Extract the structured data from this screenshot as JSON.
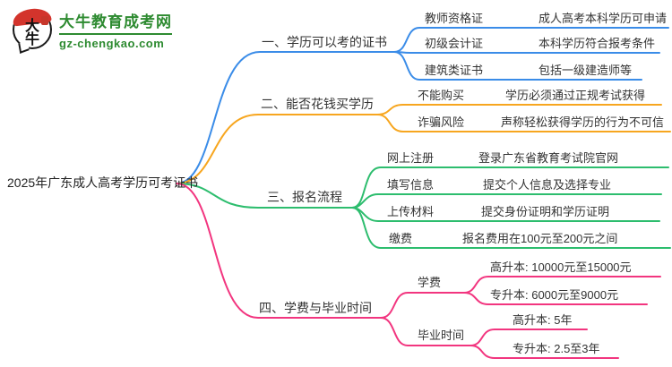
{
  "logo": {
    "title": "大牛教育成考网",
    "domain": "gz-chengkao.com",
    "icon_text": "大牛"
  },
  "root_title": "2025年广东成人高考学历可考证书",
  "colors": {
    "branch1": "#3a8ce8",
    "branch2": "#f7a61f",
    "branch3": "#2dbd6e",
    "branch4": "#f2357f",
    "logo_green": "#2e8b31",
    "logo_red": "#d3342c",
    "text": "#333333"
  },
  "branches": [
    {
      "label": "一、学历可以考的证书",
      "color": "#3a8ce8",
      "children": [
        {
          "label": "教师资格证",
          "value": "成人高考本科学历可申请"
        },
        {
          "label": "初级会计证",
          "value": "本科学历符合报考条件"
        },
        {
          "label": "建筑类证书",
          "value": "包括一级建造师等"
        }
      ]
    },
    {
      "label": "二、能否花钱买学历",
      "color": "#f7a61f",
      "children": [
        {
          "label": "不能购买",
          "value": "学历必须通过正规考试获得"
        },
        {
          "label": "诈骗风险",
          "value": "声称轻松获得学历的行为不可信"
        }
      ]
    },
    {
      "label": "三、报名流程",
      "color": "#2dbd6e",
      "children": [
        {
          "label": "网上注册",
          "value": "登录广东省教育考试院官网"
        },
        {
          "label": "填写信息",
          "value": "提交个人信息及选择专业"
        },
        {
          "label": "上传材料",
          "value": "提交身份证明和学历证明"
        },
        {
          "label": "缴费",
          "value": "报名费用在100元至200元之间"
        }
      ]
    },
    {
      "label": "四、学费与毕业时间",
      "color": "#f2357f",
      "children": [
        {
          "label": "学费",
          "children": [
            {
              "value": "高升本: 10000元至15000元"
            },
            {
              "value": "专升本: 6000元至9000元"
            }
          ]
        },
        {
          "label": "毕业时间",
          "children": [
            {
              "value": "高升本: 5年"
            },
            {
              "value": "专升本: 2.5至3年"
            }
          ]
        }
      ]
    }
  ]
}
